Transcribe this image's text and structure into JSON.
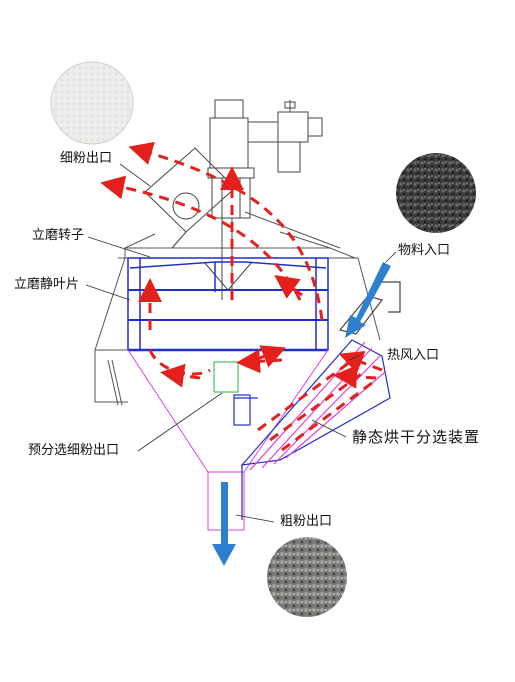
{
  "labels": {
    "fine_powder_outlet": "细粉出口",
    "mill_rotor": "立磨转子",
    "mill_static_blades": "立磨静叶片",
    "material_inlet": "物料入口",
    "hot_air_inlet": "热风入口",
    "pre_separation_fine_outlet": "预分选细粉出口",
    "static_drying_separator": "静态烘干分选装置",
    "coarse_powder_outlet": "粗粉出口"
  },
  "colors": {
    "flow_arrows": "#e3201b",
    "material_arrows": "#2f7fd0",
    "frame_lines": "#1f2ecc",
    "separator_lines": "#e040e0",
    "outline": "#444444"
  }
}
